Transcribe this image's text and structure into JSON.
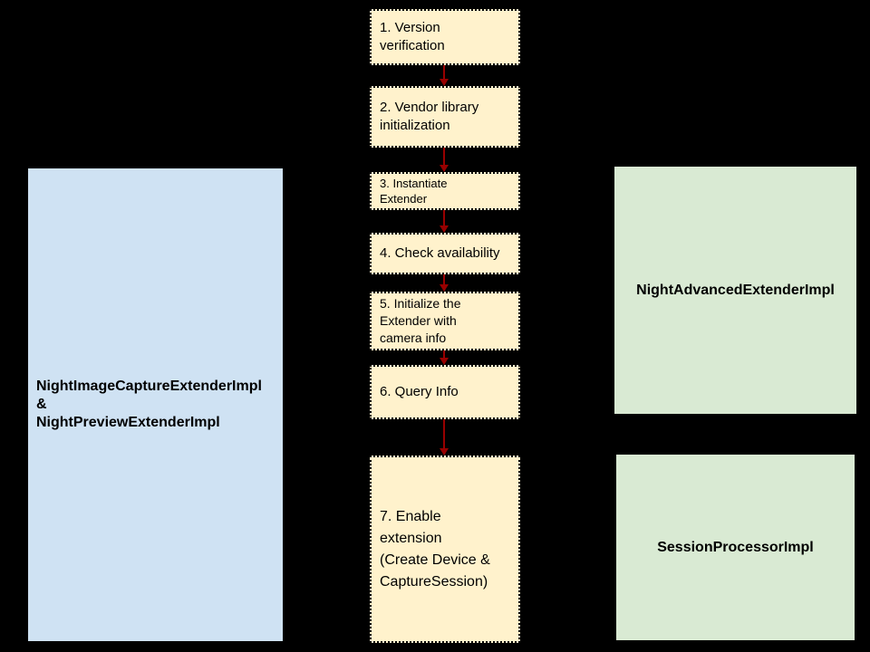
{
  "diagram": {
    "flow_steps": [
      {
        "label": "1. Version\nverification"
      },
      {
        "label": "2. Vendor library\ninitialization"
      },
      {
        "label": "3. Instantiate\nExtender"
      },
      {
        "label": "4. Check availability"
      },
      {
        "label": "5. Initialize the\nExtender with\ncamera info"
      },
      {
        "label": "6. Query Info"
      },
      {
        "label": "7. Enable\nextension\n(Create Device &\nCaptureSession)"
      }
    ],
    "left_panel": {
      "text": "NightImageCaptureExtenderImpl\n&\nNightPreviewExtenderImpl"
    },
    "right_panels": [
      {
        "label": "NightAdvancedExtenderImpl"
      },
      {
        "label": "SessionProcessorImpl"
      }
    ],
    "colors": {
      "background": "#000000",
      "step_fill": "#FFF2CC",
      "step_border": "#000000",
      "left_panel_fill": "#CFE2F3",
      "right_panel_fill": "#D9EAD3",
      "arrow": "#980000",
      "text": "#000000"
    }
  }
}
